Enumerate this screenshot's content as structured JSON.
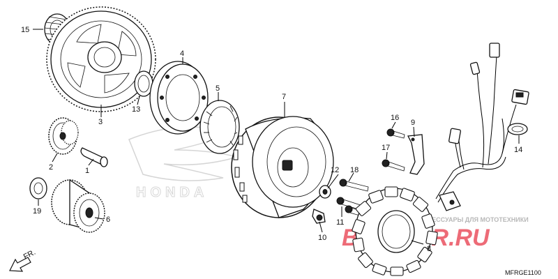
{
  "parts": [
    {
      "id": "1",
      "label": "1"
    },
    {
      "id": "2",
      "label": "2"
    },
    {
      "id": "3",
      "label": "3"
    },
    {
      "id": "4",
      "label": "4"
    },
    {
      "id": "5",
      "label": "5"
    },
    {
      "id": "6",
      "label": "6"
    },
    {
      "id": "7",
      "label": "7"
    },
    {
      "id": "8",
      "label": "8"
    },
    {
      "id": "9",
      "label": "9"
    },
    {
      "id": "10",
      "label": "10"
    },
    {
      "id": "11",
      "label": "11"
    },
    {
      "id": "12",
      "label": "12"
    },
    {
      "id": "13",
      "label": "13"
    },
    {
      "id": "14",
      "label": "14"
    },
    {
      "id": "15",
      "label": "15"
    },
    {
      "id": "16",
      "label": "16"
    },
    {
      "id": "17",
      "label": "17"
    },
    {
      "id": "18",
      "label": "18"
    },
    {
      "id": "19",
      "label": "19"
    }
  ],
  "direction_label": "FR.",
  "diagram_code": "MFRGE1100",
  "watermark": {
    "brand_text": "HONDA",
    "site_text": "FOR.RU",
    "tagline": "ЗАПЧАСТИ И АКСЕССУАРЫ ДЛЯ МОТОТЕХНИКИ"
  }
}
